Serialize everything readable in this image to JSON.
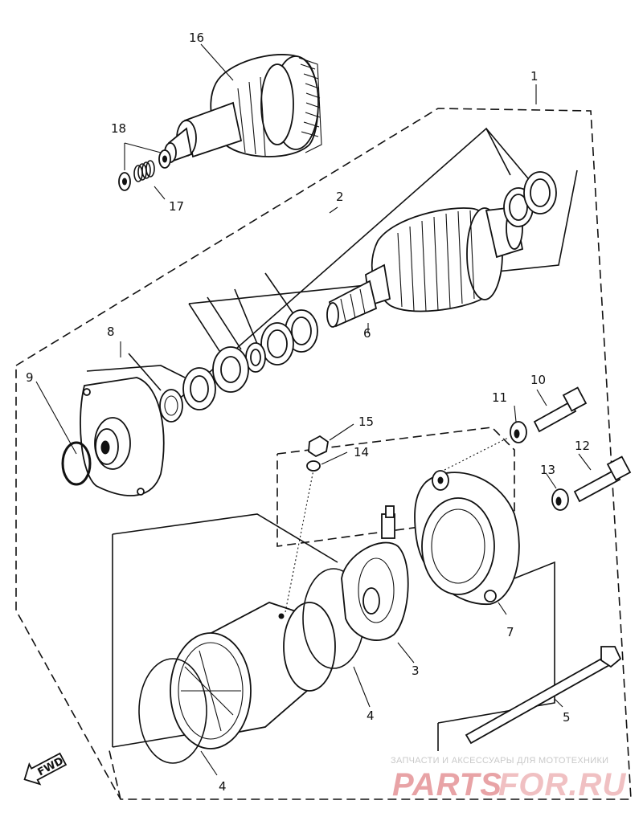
{
  "diagram": {
    "callouts": [
      "1",
      "2",
      "3",
      "4",
      "4",
      "5",
      "6",
      "7",
      "8",
      "9",
      "10",
      "11",
      "12",
      "13",
      "14",
      "15",
      "16",
      "17",
      "18"
    ],
    "fwd_label": "FWD"
  },
  "watermark": {
    "tagline": "ЗАПЧАСТИ И АКСЕССУАРЫ ДЛЯ МОТОТЕХНИКИ",
    "brand_left": "PARTS",
    "brand_right": "FOR.RU",
    "color_left": "#e8a3a6",
    "color_right": "#f0c0c2"
  }
}
